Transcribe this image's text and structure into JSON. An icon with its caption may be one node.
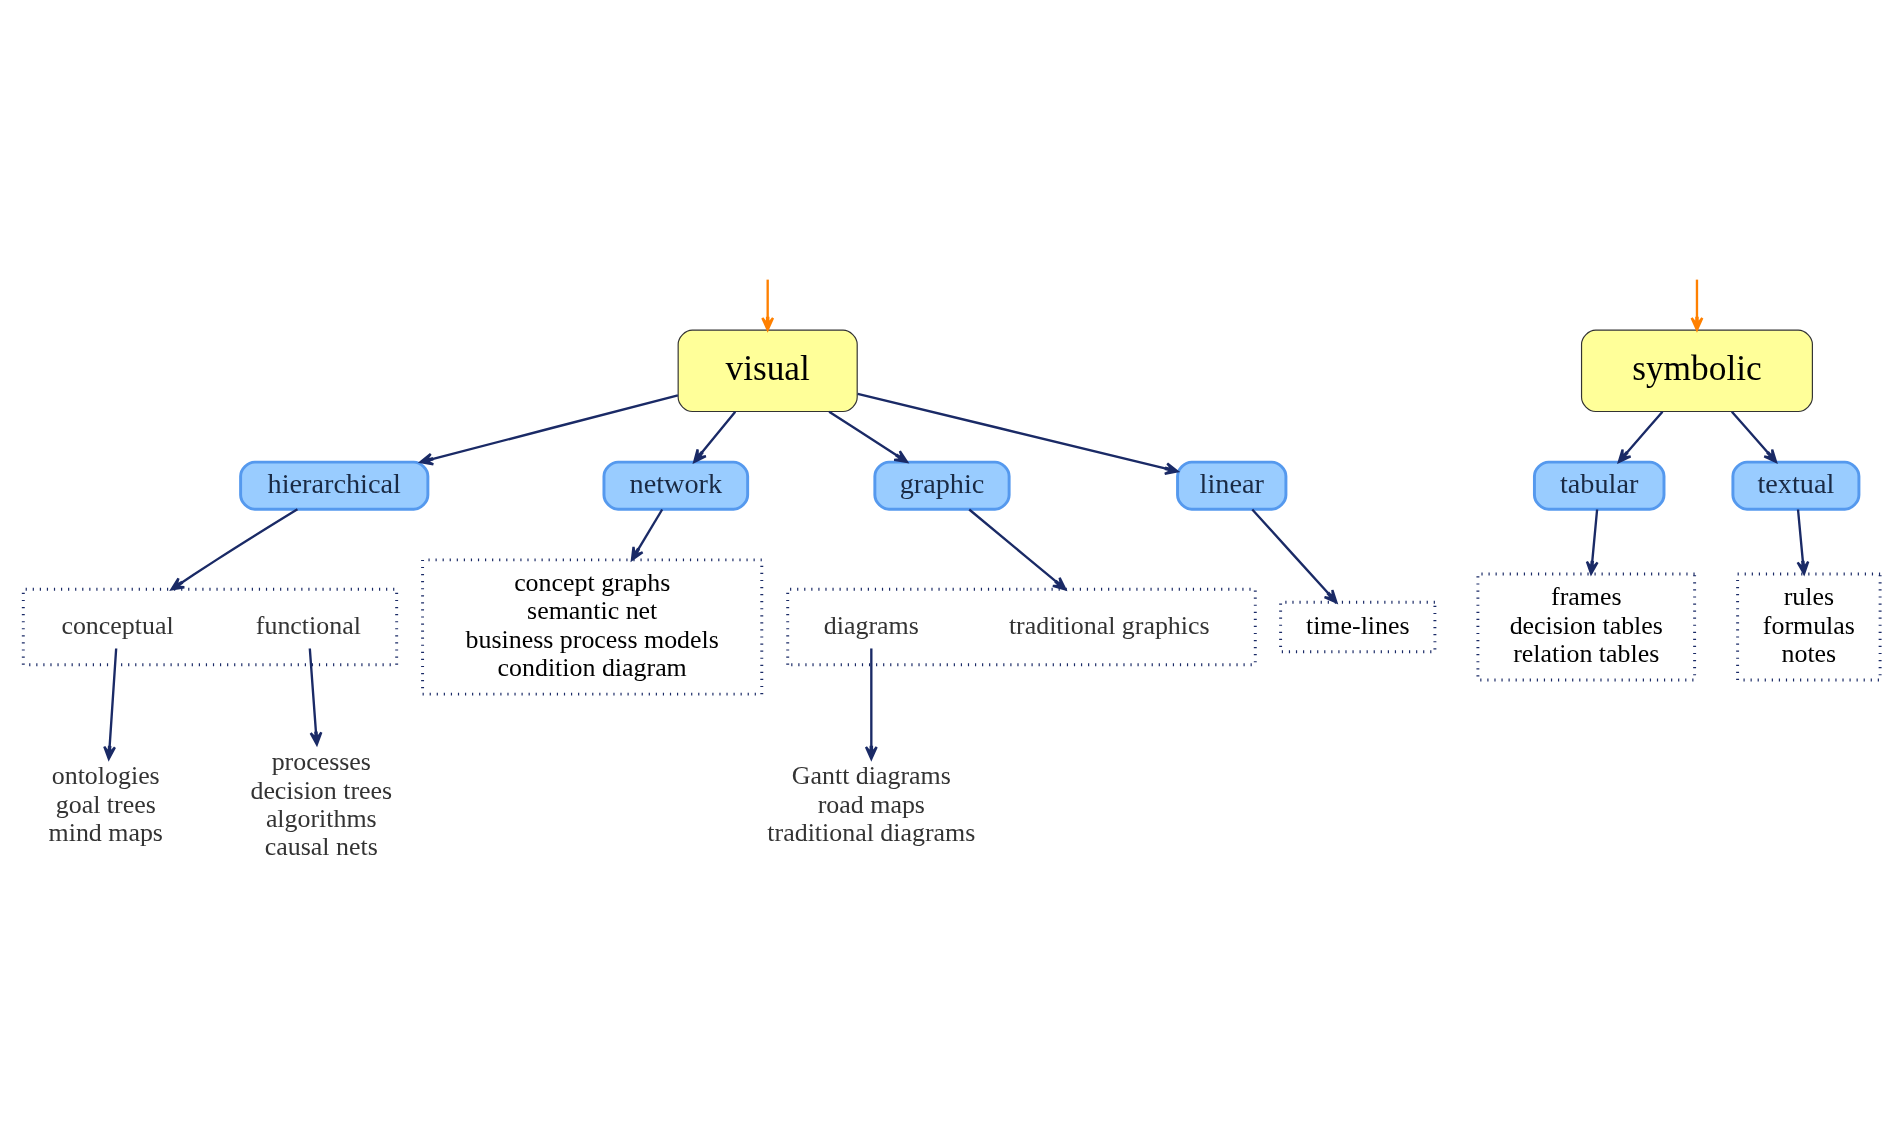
{
  "diagram": {
    "nodes": [
      {
        "text": [
          "visual"
        ]
      },
      {
        "text": [
          "symbolic"
        ]
      },
      {
        "text": [
          "hierarchical"
        ]
      },
      {
        "text": [
          "network"
        ]
      },
      {
        "text": [
          "graphic"
        ]
      },
      {
        "text": [
          "linear"
        ]
      },
      {
        "text": [
          "tabular"
        ]
      },
      {
        "text": [
          "textual"
        ]
      },
      {
        "text": [],
        "shape": "box"
      },
      {
        "text": [
          "conceptual"
        ],
        "in": 8
      },
      {
        "text": [
          "functional"
        ],
        "in": 8
      },
      {
        "text": [
          "ontologies",
          "goal trees",
          "mind maps"
        ]
      },
      {
        "text": [
          "processes",
          "decision trees",
          "algorithms",
          "causal nets"
        ]
      },
      {
        "text": [],
        "shape": "box"
      },
      {
        "text": [
          "traditional graphics"
        ],
        "in": 13
      },
      {
        "text": [
          "diagrams"
        ],
        "in": 13
      },
      {
        "text": [
          "Gantt diagrams",
          "road maps",
          "traditional diagrams"
        ]
      },
      {
        "text": [
          "time-lines"
        ]
      },
      {
        "text": [
          "frames",
          "decision tables",
          "relation tables"
        ]
      },
      {
        "text": [
          "rules",
          "formulas",
          "notes"
        ]
      },
      {
        "text": [
          "concept graphs",
          "semantic net",
          "business process models",
          "condition diagram"
        ]
      }
    ],
    "edges": [
      {
        "from": null,
        "to": 0,
        "arrow": "to",
        "color": "#ff8000"
      },
      {
        "from": null,
        "to": 1,
        "arrow": "to",
        "color": "#ff8000"
      },
      {
        "from": 0,
        "to": 2,
        "arrow": "to"
      },
      {
        "from": 0,
        "to": 3,
        "arrow": "to"
      },
      {
        "from": 0,
        "to": 4,
        "arrow": "to"
      },
      {
        "from": 0,
        "to": 5,
        "arrow": "to"
      },
      {
        "from": 1,
        "to": 6,
        "arrow": "to"
      },
      {
        "from": 1,
        "to": 7,
        "arrow": "to"
      },
      {
        "from": 2,
        "to": 8,
        "arrow": "to"
      },
      {
        "from": 9,
        "to": 11,
        "arrow": "to"
      },
      {
        "from": 10,
        "to": 12,
        "arrow": "to"
      },
      {
        "from": 3,
        "to": 20,
        "arrow": "to"
      },
      {
        "from": 4,
        "to": 13,
        "arrow": "to"
      },
      {
        "from": 15,
        "to": 16,
        "arrow": "to"
      },
      {
        "from": 5,
        "to": 17,
        "arrow": "to"
      },
      {
        "from": 6,
        "to": 18,
        "arrow": "to"
      },
      {
        "from": 7,
        "to": 19,
        "arrow": "to"
      }
    ]
  }
}
